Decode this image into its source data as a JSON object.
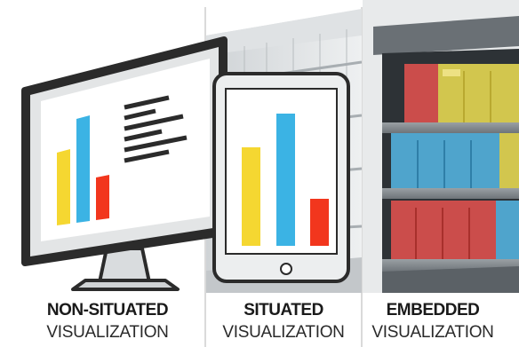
{
  "panels": [
    {
      "title": "NON-SITUATED",
      "subtitle": "VISUALIZATION"
    },
    {
      "title": "SITUATED",
      "subtitle": "VISUALIZATION"
    },
    {
      "title": "EMBEDDED",
      "subtitle": "VISUALIZATION"
    }
  ],
  "colors": {
    "bar_yellow": "#f5d731",
    "bar_blue": "#3bb3e4",
    "bar_red": "#f2361d",
    "device_frame": "#2b2b2b",
    "overlay_red": "#e8524f",
    "overlay_yellow": "#f0e052",
    "overlay_blue": "#56b9e6"
  },
  "icons": [
    "desktop-monitor",
    "tablet",
    "store-shelf"
  ]
}
